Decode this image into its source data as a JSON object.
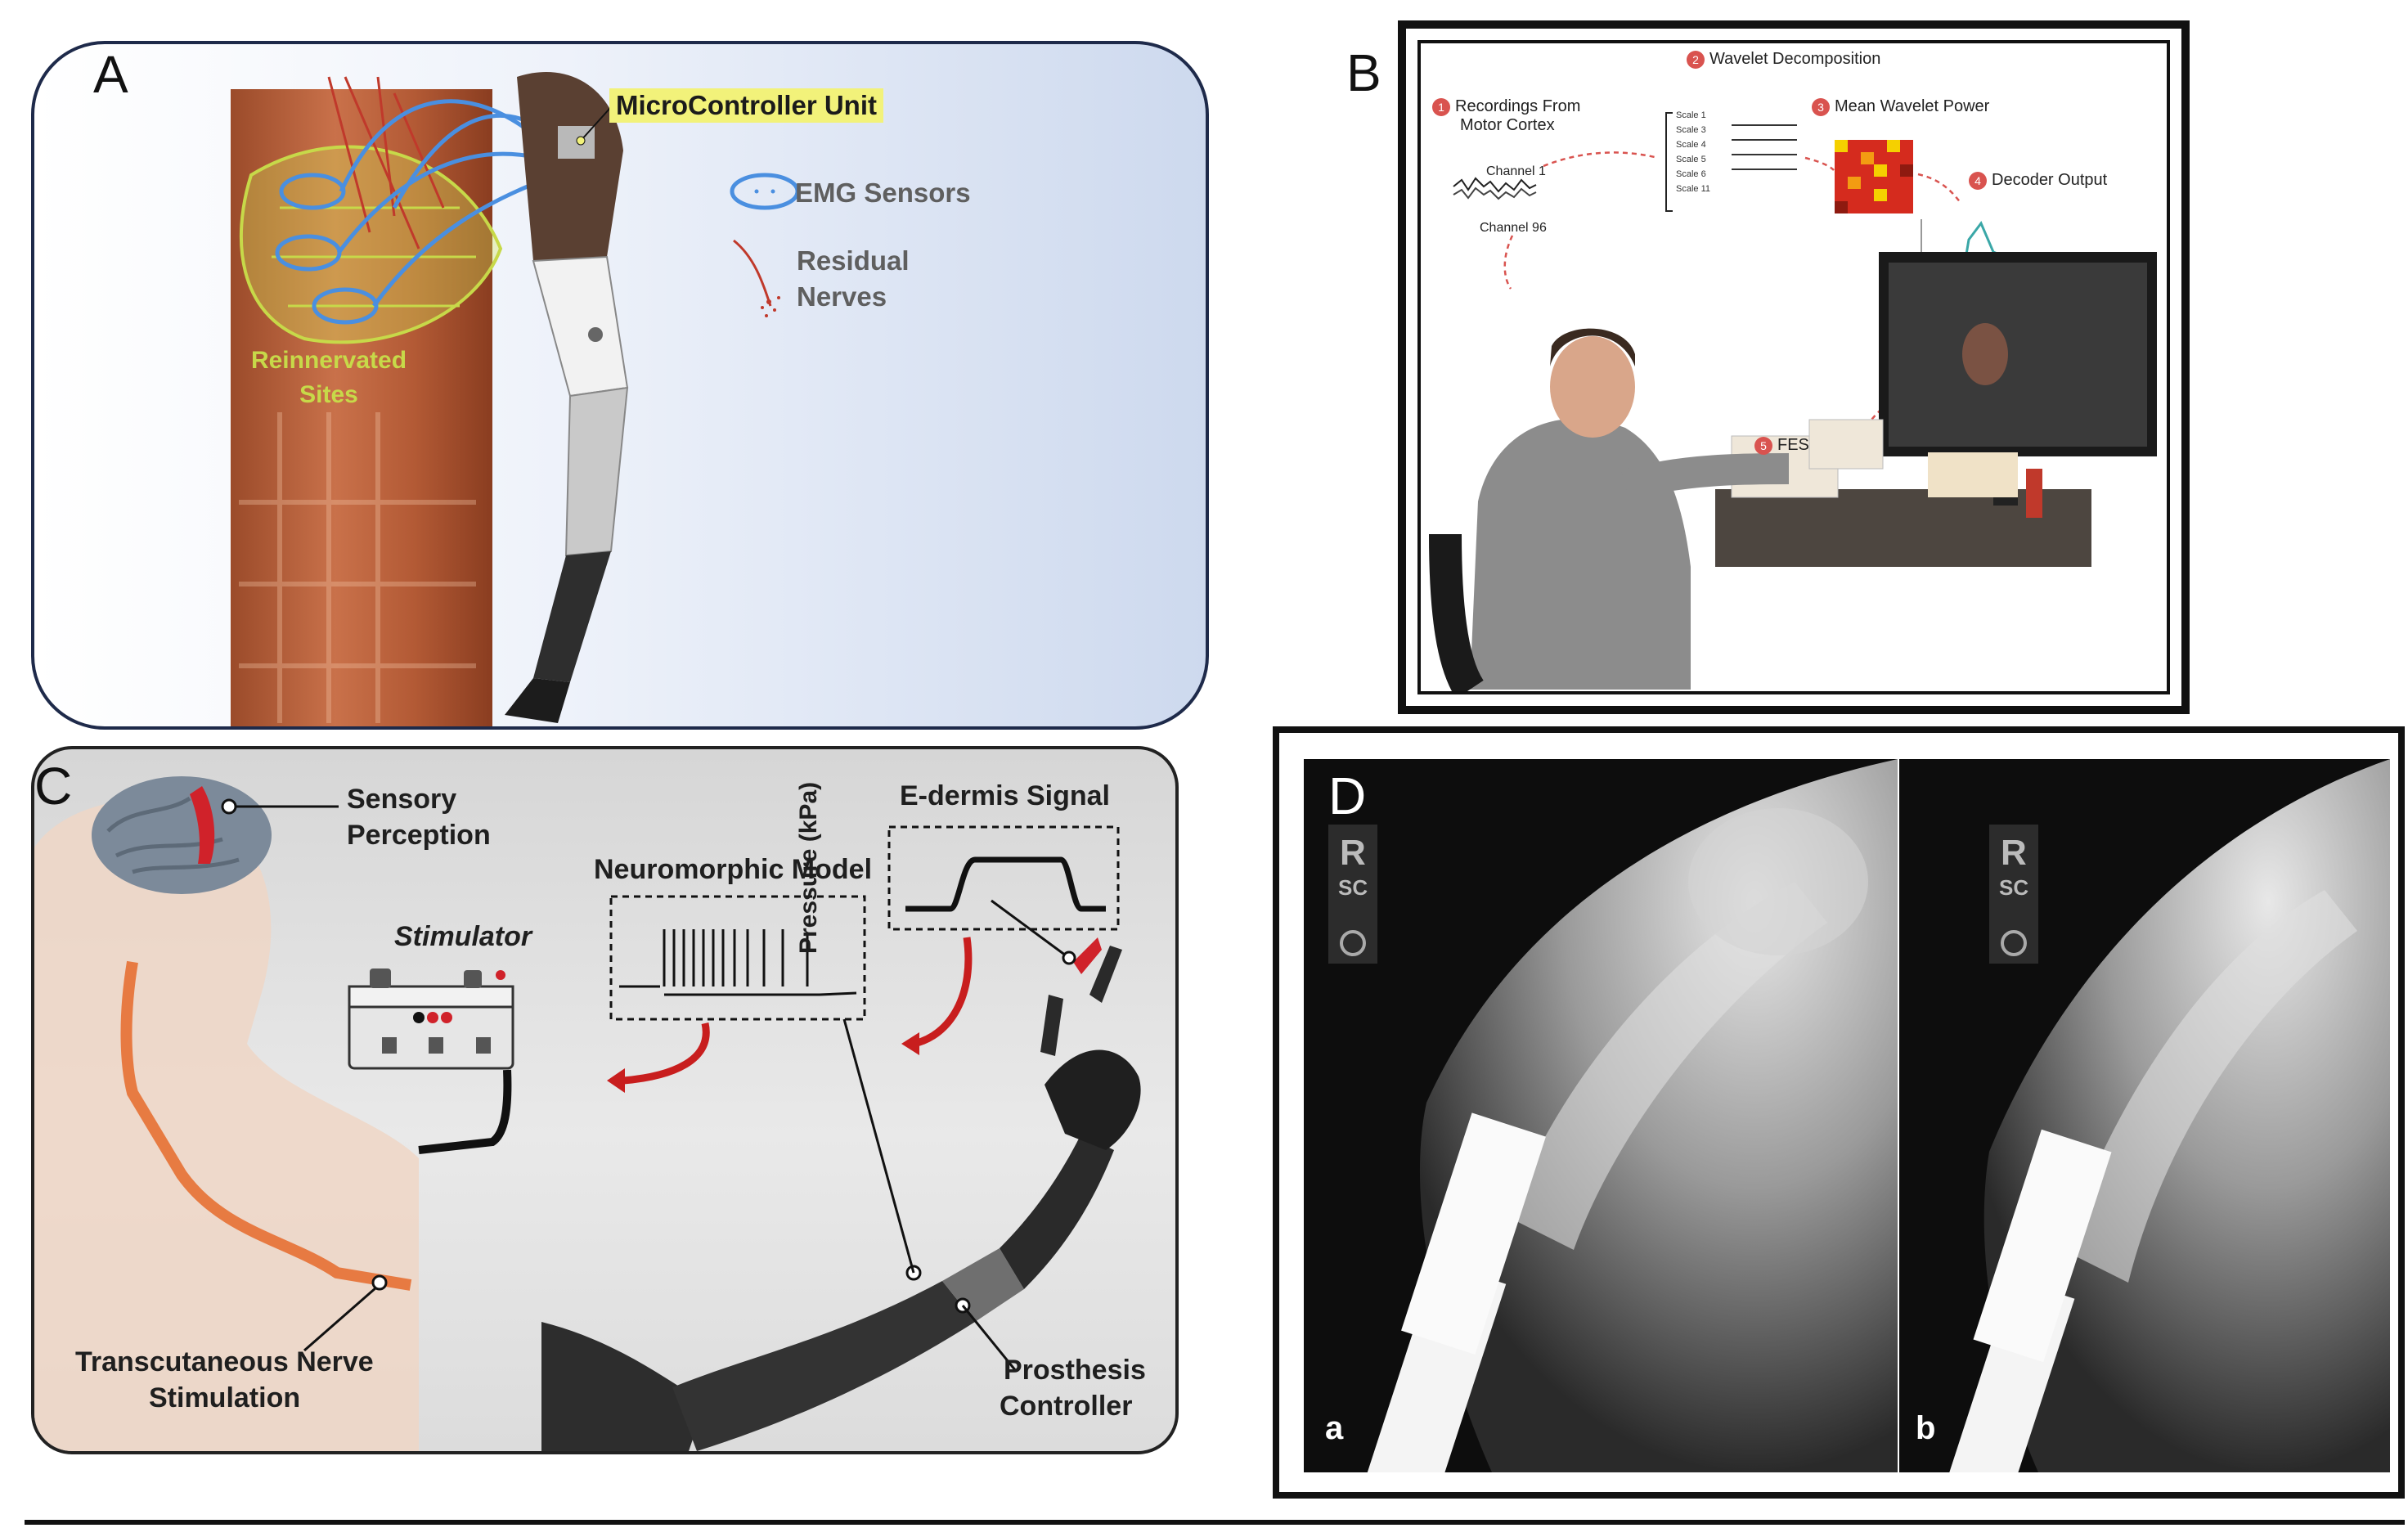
{
  "panels": {
    "A": {
      "letter": "A",
      "mcu_label": "MicroController Unit",
      "legend_emg": "EMG Sensors",
      "legend_nerves_line1": "Residual",
      "legend_nerves_line2": "Nerves",
      "reinnervated_line1": "Reinnervated",
      "reinnervated_line2": "Sites"
    },
    "B": {
      "letter": "B",
      "step1_num": "1",
      "step1_line1": "Recordings From",
      "step1_line2": "Motor Cortex",
      "step2_num": "2",
      "step2_label": "Wavelet Decomposition",
      "step3_num": "3",
      "step3_label": "Mean Wavelet Power",
      "step4_num": "4",
      "step4_label": "Decoder Output",
      "step5_num": "5",
      "step5_label": "FES",
      "channel_1": "Channel 1",
      "channel_96": "Channel 96",
      "scales": [
        "Scale 1",
        "Scale 3",
        "Scale 4",
        "Scale 5",
        "Scale 6",
        "Scale 11"
      ]
    },
    "C": {
      "letter": "C",
      "sensory_line1": "Sensory",
      "sensory_line2": "Perception",
      "edermis_title": "E-dermis Signal",
      "pressure_axis": "Pressure (kPa)",
      "neuromorphic_title": "Neuromorphic Model",
      "stimulator": "Stimulator",
      "tns_line1": "Transcutaneous Nerve",
      "tns_line2": "Stimulation",
      "controller_line1": "Prosthesis",
      "controller_line2": "Controller"
    },
    "D": {
      "letter": "D",
      "sub_a": "a",
      "sub_b": "b",
      "marker_top": "R",
      "marker_bottom": "SC"
    }
  },
  "colors": {
    "emg_blue": "#4a8fe0",
    "nerve_red": "#c0392b",
    "reinnervated_green": "#c7d949",
    "mcu_highlight": "#f2f27a",
    "arrow_red": "#c81e1e",
    "step_badge": "#d9534f"
  }
}
